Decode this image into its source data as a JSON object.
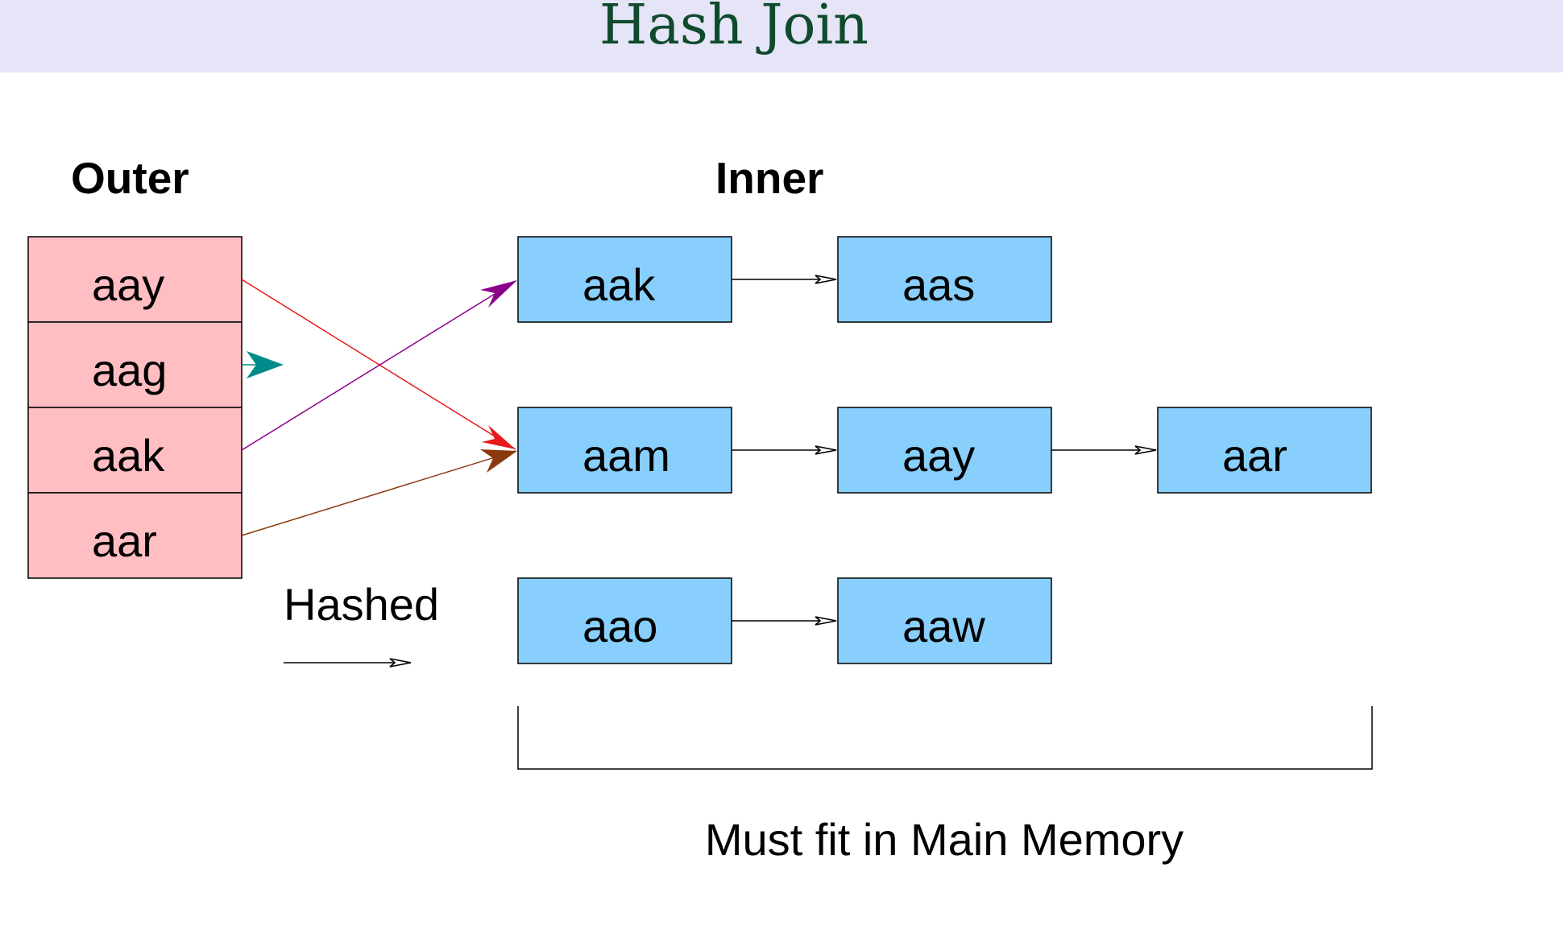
{
  "title": "Hash Join",
  "outer": {
    "heading": "Outer",
    "rows": [
      "aay",
      "aag",
      "aak",
      "aar"
    ]
  },
  "inner": {
    "heading": "Inner",
    "buckets": [
      [
        "aak",
        "aas"
      ],
      [
        "aam",
        "aay",
        "aar"
      ],
      [
        "aao",
        "aaw"
      ]
    ]
  },
  "legend_label": "Hashed",
  "memory_label": "Must fit in Main Memory",
  "colors": {
    "title_band": "#e5e5f7",
    "title_text": "#0f4a2c",
    "outer_fill": "#ffbec2",
    "inner_fill": "#88cffd",
    "arrow_aay": "#e8191a",
    "arrow_aag": "#008b8b",
    "arrow_aak": "#8b008b",
    "arrow_aar": "#8b3a0f"
  }
}
